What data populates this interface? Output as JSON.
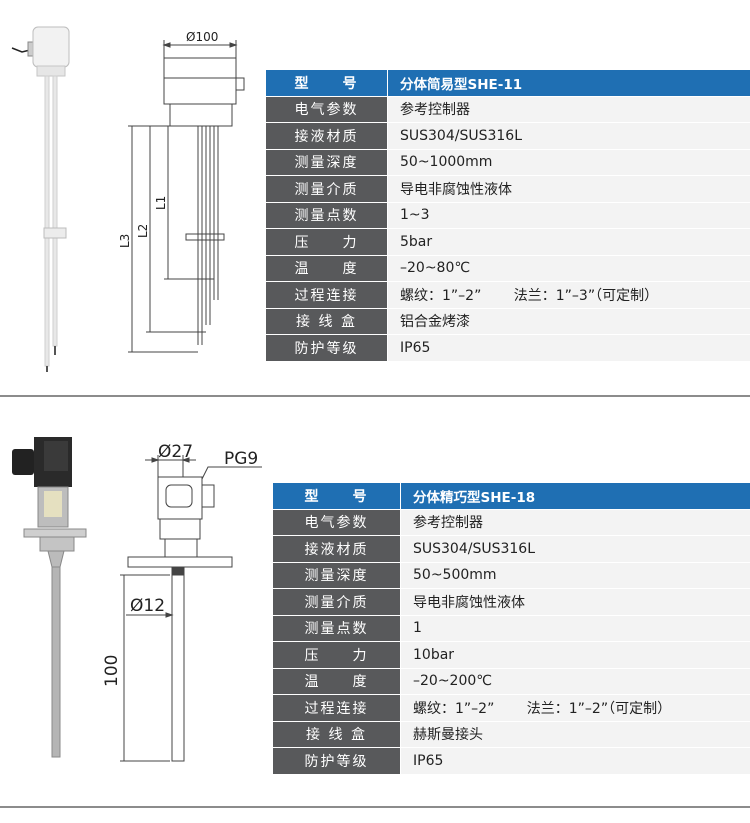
{
  "products": [
    {
      "dimensions": {
        "diameter": "Ø100",
        "l1": "L1",
        "l2": "L2",
        "l3": "L3"
      },
      "specs": [
        {
          "key": "型　　号",
          "value": "分体简易型SHE-11"
        },
        {
          "key": "电气参数",
          "value": "参考控制器"
        },
        {
          "key": "接液材质",
          "value": "SUS304/SUS316L"
        },
        {
          "key": "测量深度",
          "value": "50~1000mm"
        },
        {
          "key": "测量介质",
          "value": "导电非腐蚀性液体"
        },
        {
          "key": "测量点数",
          "value": "1~3"
        },
        {
          "key": "压　　力",
          "value": "5bar"
        },
        {
          "key": "温　　度",
          "value": "–20~80℃"
        },
        {
          "key": "过程连接",
          "value": "螺纹：1”–2”　　 法兰：1”–3”（可定制）"
        },
        {
          "key": "接 线 盒",
          "value": "铝合金烤漆"
        },
        {
          "key": "防护等级",
          "value": "IP65"
        }
      ]
    },
    {
      "dimensions": {
        "diameter_top": "Ø27",
        "connector": "PG9",
        "diameter_rod": "Ø12",
        "length": "100"
      },
      "specs": [
        {
          "key": "型　　号",
          "value": "分体精巧型SHE-18"
        },
        {
          "key": "电气参数",
          "value": "参考控制器"
        },
        {
          "key": "接液材质",
          "value": "SUS304/SUS316L"
        },
        {
          "key": "测量深度",
          "value": "50~500mm"
        },
        {
          "key": "测量介质",
          "value": "导电非腐蚀性液体"
        },
        {
          "key": "测量点数",
          "value": "1"
        },
        {
          "key": "压　　力",
          "value": "10bar"
        },
        {
          "key": "温　　度",
          "value": "–20~200℃"
        },
        {
          "key": "过程连接",
          "value": "螺纹：1”–2”　　 法兰：1”–2”（可定制）"
        },
        {
          "key": "接 线 盒",
          "value": "赫斯曼接头"
        },
        {
          "key": "防护等级",
          "value": "IP65"
        }
      ]
    }
  ],
  "colors": {
    "header_bg": "#1f6fb3",
    "key_bg": "#58595b",
    "value_bg": "#f3f3f3"
  }
}
